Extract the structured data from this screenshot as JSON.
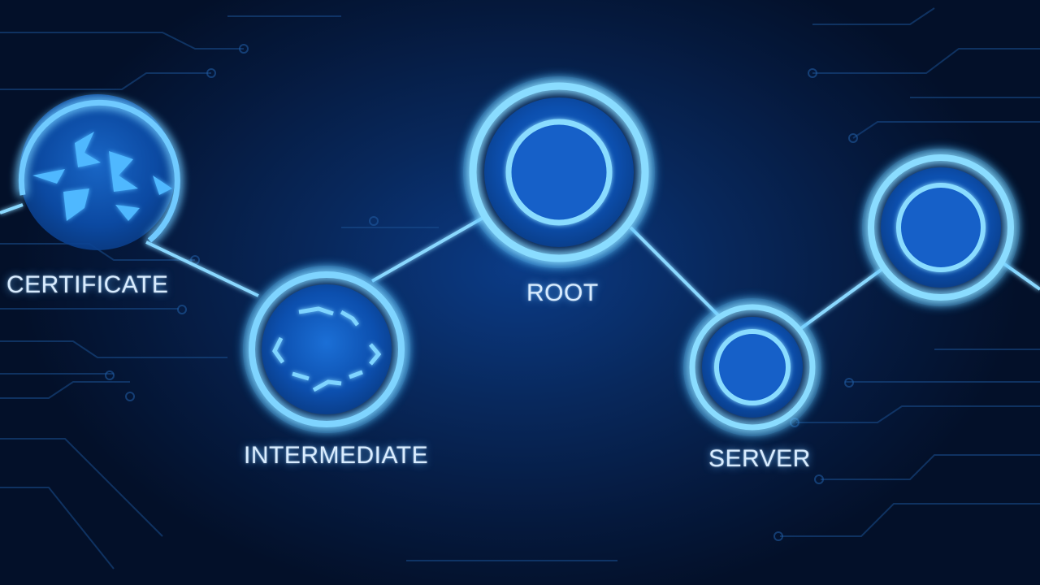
{
  "nodes": {
    "certificate": {
      "label": "CERTIFICATE",
      "icon": "broken-certificate-icon"
    },
    "intermediate": {
      "label": "INTERMEDIATE",
      "icon": "arrows-ring-icon"
    },
    "root": {
      "label": "ROOT",
      "icon": "ring-icon"
    },
    "server": {
      "label": "SERVER",
      "icon": "ring-icon"
    },
    "unlabeled": {
      "label": "",
      "icon": "ring-icon"
    }
  },
  "colors": {
    "background": "#04142e",
    "glow": "#3fb6ff",
    "ring": "#7fd4ff",
    "node_fill": "#0c4fae",
    "label": "#d8ecff"
  }
}
